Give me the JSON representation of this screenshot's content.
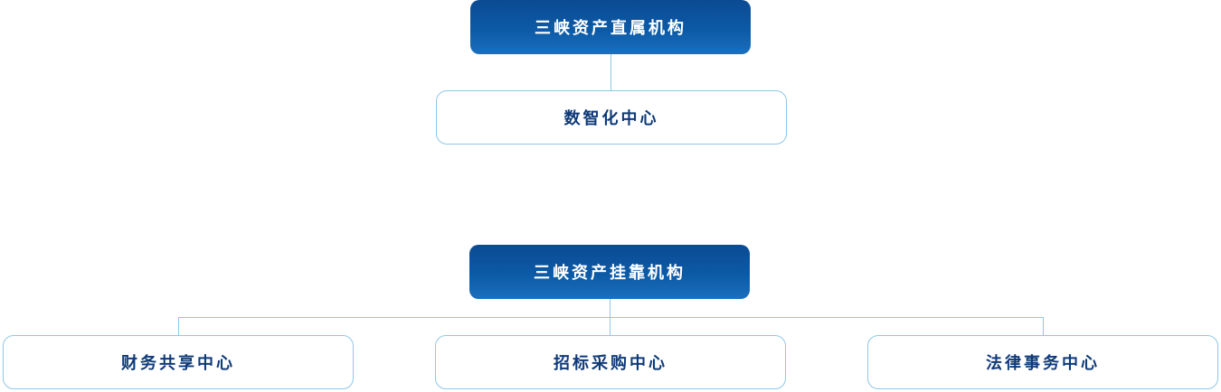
{
  "direct_group": {
    "title": "三峡资产直属机构",
    "children": [
      "数智化中心"
    ]
  },
  "affiliated_group": {
    "title": "三峡资产挂靠机构",
    "children": [
      "财务共享中心",
      "招标采购中心",
      "法律事务中心"
    ]
  },
  "colors": {
    "header_gradient_top": "#0b4a93",
    "header_gradient_bottom": "#1a6fbe",
    "child_text": "#0e3a78",
    "connector": "#8fc7e6"
  }
}
